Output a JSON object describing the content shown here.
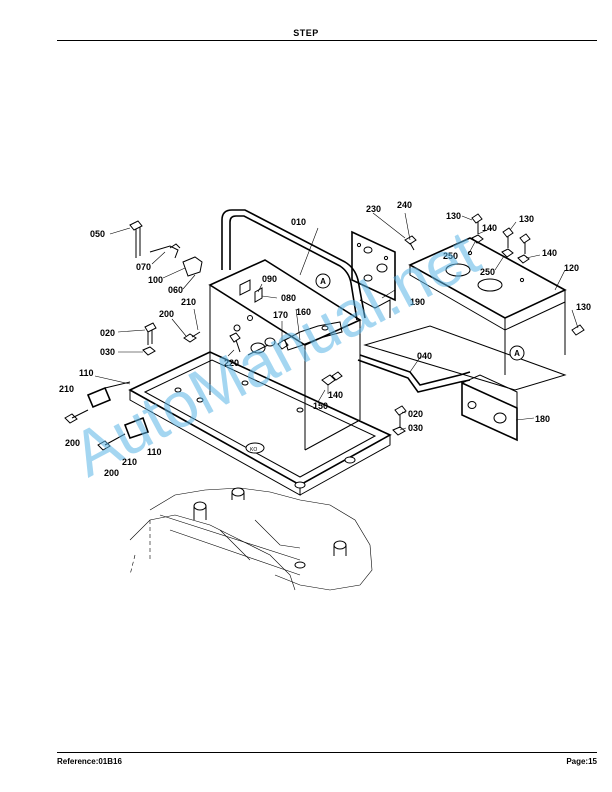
{
  "header": {
    "title": "STEP"
  },
  "footer": {
    "reference": "Reference:01B16",
    "page": "Page:15"
  },
  "watermark": {
    "text": "AutoManual.net",
    "color": "#5ab4e6"
  },
  "callouts": {
    "c010": "010",
    "c020a": "020",
    "c020b": "020",
    "c030a": "030",
    "c030b": "030",
    "c040": "040",
    "c050": "050",
    "c060": "060",
    "c070": "070",
    "c080": "080",
    "c090": "090",
    "c100": "100",
    "c110a": "110",
    "c110b": "110",
    "c120": "120",
    "c130a": "130",
    "c130b": "130",
    "c130c": "130",
    "c140a": "140",
    "c140b": "140",
    "c140c": "140",
    "c150": "150",
    "c160": "160",
    "c170": "170",
    "c180": "180",
    "c190": "190",
    "c200a": "200",
    "c200b": "200",
    "c200c": "200",
    "c210a": "210",
    "c210b": "210",
    "c210c": "210",
    "c220": "220",
    "c230": "230",
    "c240": "240",
    "c250a": "250",
    "c250b": "250"
  },
  "markers": {
    "a1": "A",
    "a2": "A"
  }
}
